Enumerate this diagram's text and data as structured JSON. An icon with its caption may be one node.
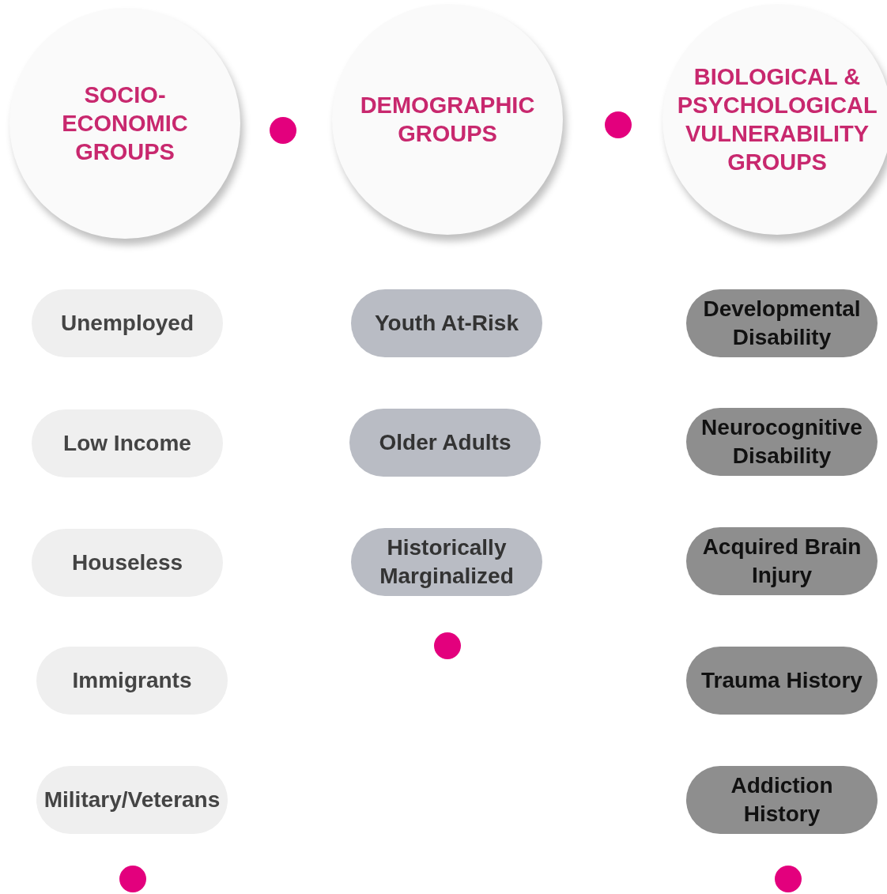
{
  "diagram": {
    "nodes": [
      {
        "text": [
          "SOCIO-ECONOMIC GROUPS"
        ]
      },
      {
        "text": [
          "Unemployed"
        ]
      },
      {
        "text": [
          "Low Income"
        ]
      },
      {
        "text": [
          "Houseless"
        ]
      },
      {
        "text": [
          "Immigrants"
        ]
      },
      {
        "text": [
          "Military/Veterans"
        ]
      },
      {
        "text": [
          "DEMOGRAPHIC GROUPS"
        ]
      },
      {
        "text": [
          "Youth At-Risk"
        ]
      },
      {
        "text": [
          "Older Adults"
        ]
      },
      {
        "text": [
          "Historically Marginalized"
        ]
      },
      {
        "text": [
          "BIOLOGICAL & PSYCHOLOGICAL VULNERABILITY GROUPS"
        ]
      },
      {
        "text": [
          "Developmental Disability"
        ]
      },
      {
        "text": [
          "Neurocognitive Disability"
        ]
      },
      {
        "text": [
          "Acquired Brain Injury"
        ]
      },
      {
        "text": [
          "Trauma History"
        ]
      },
      {
        "text": [
          "Addiction History"
        ]
      }
    ],
    "edges": []
  }
}
